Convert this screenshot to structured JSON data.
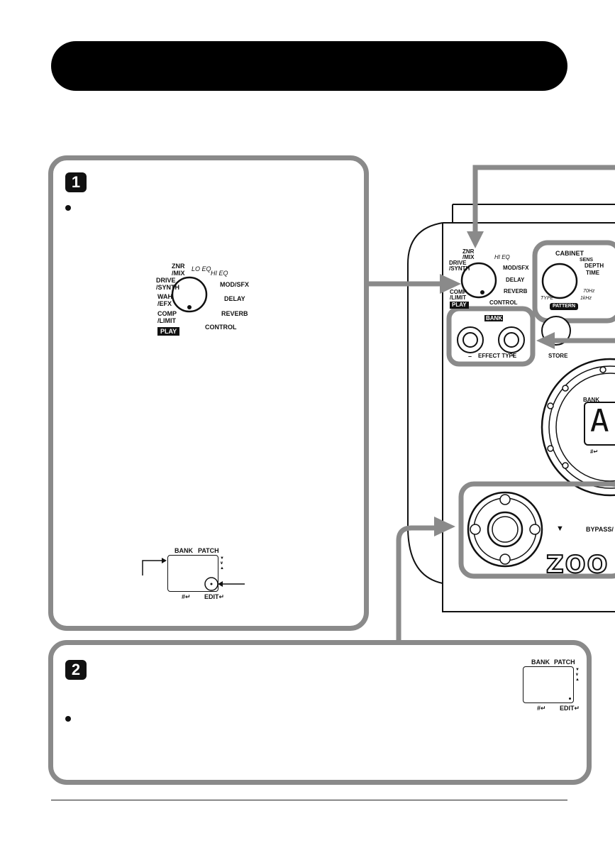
{
  "steps": [
    {
      "number": "1"
    },
    {
      "number": "2"
    }
  ],
  "knob": {
    "labels_left": [
      "ZNR\n/MIX",
      "DRIVE\n/SYNTH",
      "WAH\n/EFX",
      "COMP\n/LIMIT"
    ],
    "labels_right": [
      "MOD/SFX",
      "DELAY",
      "REVERB",
      "CONTROL"
    ],
    "italic_top": [
      "LO EQ",
      "HI EQ"
    ],
    "play_label": "PLAY"
  },
  "display": {
    "bank_label": "BANK",
    "patch_label": "PATCH",
    "hash_label": "#↵",
    "edit_label": "EDIT↵",
    "arrows": "▼\n∨\n▲"
  },
  "device": {
    "cabinet_label": "CABINET",
    "sens_label": "SENS",
    "depth_label": "DEPTH",
    "time_label": "TIME",
    "type_label": "TYPE",
    "hz_label": "70Hz",
    "khz_label": "1kHz",
    "pattern_label": "PATTERN",
    "bank_label": "BANK",
    "effect_type_label": "EFFECT TYPE",
    "minus": "–",
    "plus": "+",
    "store_label": "STORE",
    "display_bank_label": "BANK",
    "display_char": "A.",
    "hash_label": "#↵",
    "bypass_label": "BYPASS/",
    "down_arrow": "▼",
    "logo_partial": "ZOO"
  }
}
